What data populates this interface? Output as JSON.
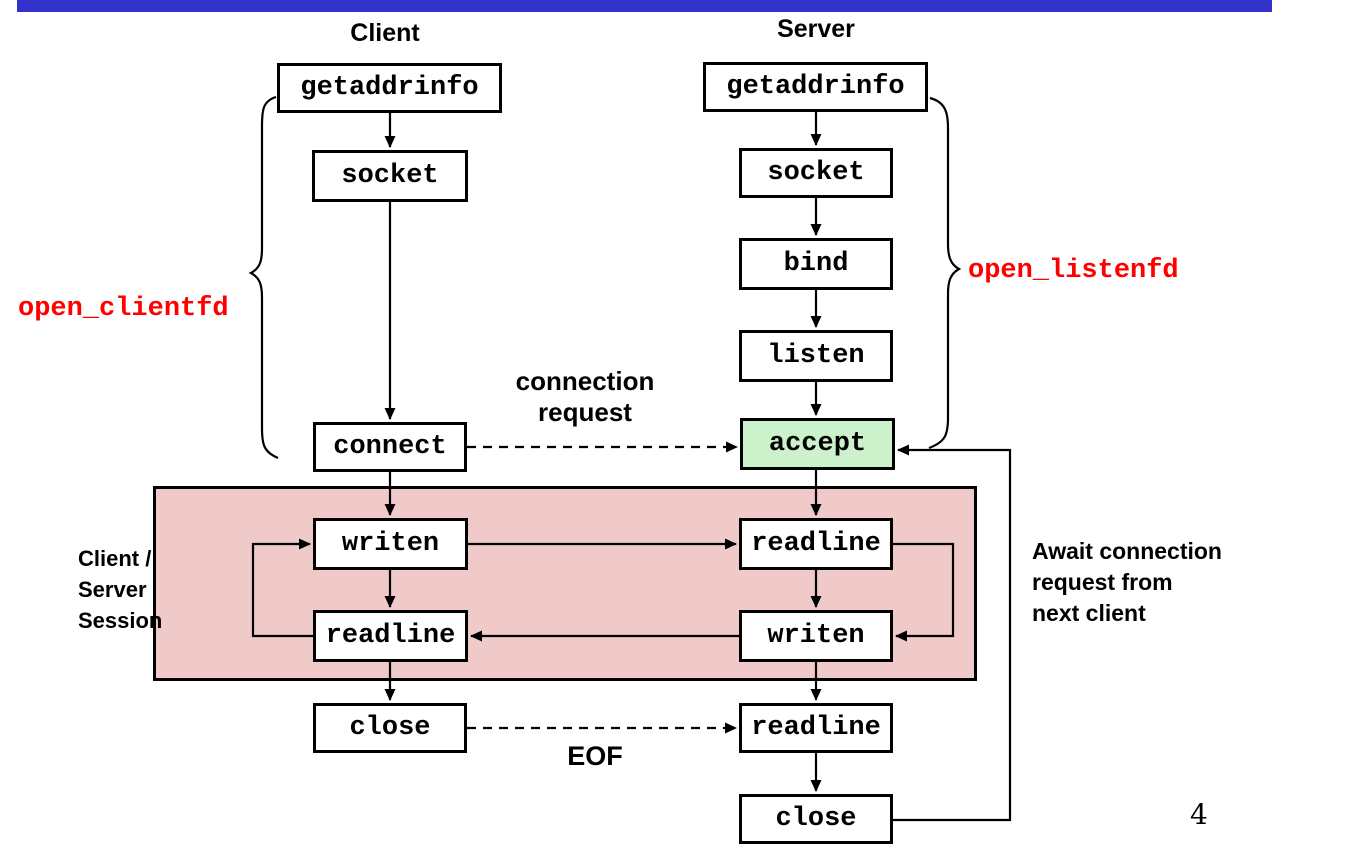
{
  "slide": {
    "page_number": "4"
  },
  "colors": {
    "title_bar": "#3333cc",
    "accept_highlight": "#ccf2cc",
    "session_region": "#f0c9c9",
    "helper_label_red": "#ff0000",
    "box_border": "#000000"
  },
  "client": {
    "title": "Client",
    "steps": {
      "getaddrinfo": "getaddrinfo",
      "socket": "socket",
      "connect": "connect",
      "writen": "writen",
      "readline": "readline",
      "close": "close"
    }
  },
  "server": {
    "title": "Server",
    "steps": {
      "getaddrinfo": "getaddrinfo",
      "socket": "socket",
      "bind": "bind",
      "listen": "listen",
      "accept": "accept",
      "readline_request": "readline",
      "writen": "writen",
      "readline_eof": "readline",
      "close": "close"
    }
  },
  "labels": {
    "open_clientfd": "open_clientfd",
    "open_listenfd": "open_listenfd",
    "connection_request": [
      "connection",
      "request"
    ],
    "eof": "EOF",
    "session": [
      "Client /",
      "Server",
      "Session"
    ],
    "await": [
      "Await connection",
      "request from",
      "next client"
    ]
  }
}
